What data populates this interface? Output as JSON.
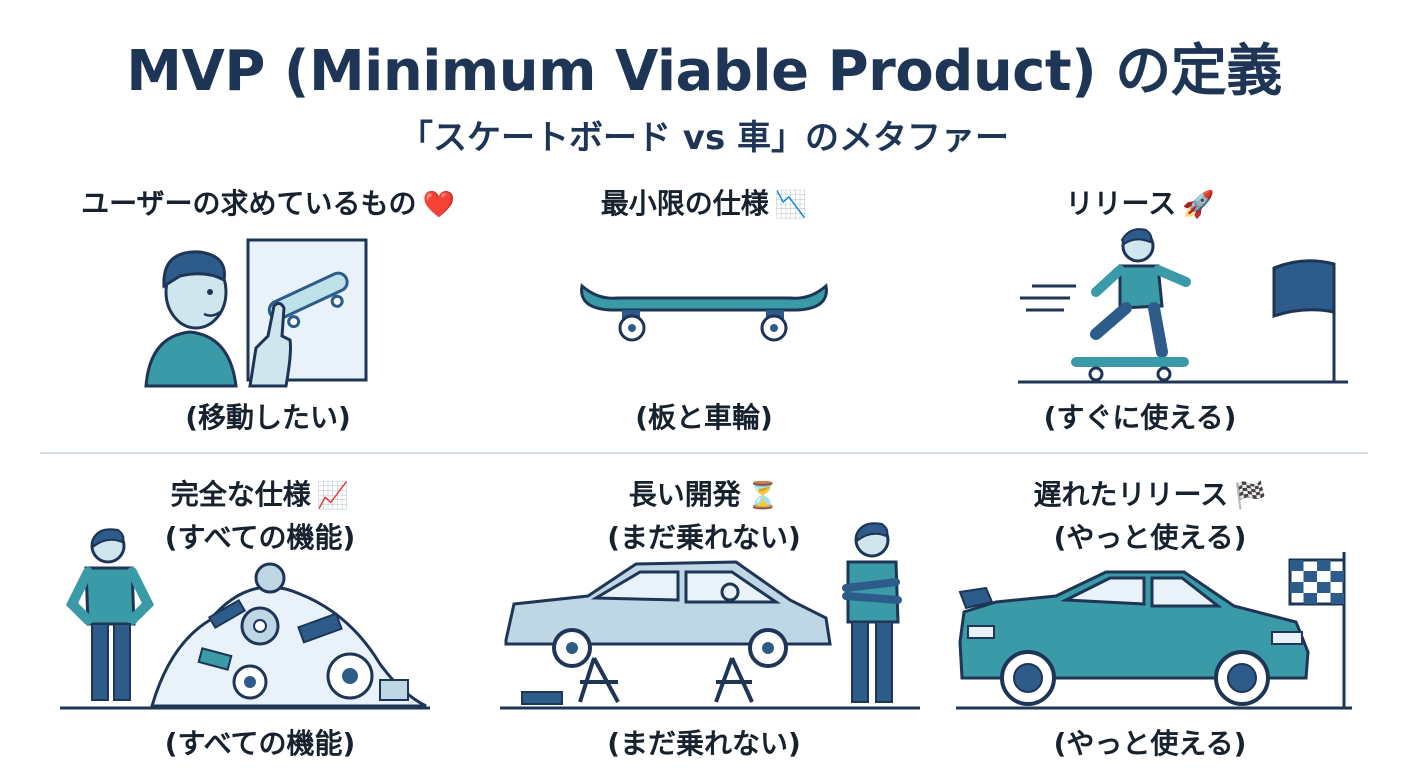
{
  "title": "MVP (Minimum Viable Product) の定義",
  "subtitle": "「スケートボード vs 車」のメタファー",
  "top_row": [
    {
      "heading": "ユーザーの求めているもの",
      "emoji": "❤️",
      "caption": "(移動したい)"
    },
    {
      "heading": "最小限の仕様",
      "emoji": "📉",
      "caption": "(板と車輪)"
    },
    {
      "heading": "リリース",
      "emoji": "🚀",
      "caption": "(すぐに使える)"
    }
  ],
  "bottom_row": [
    {
      "heading": "完全な仕様",
      "emoji": "📈",
      "subheading": "(すべての機能)",
      "caption": "(すべての機能)"
    },
    {
      "heading": "長い開発",
      "emoji": "⏳",
      "subheading": "(まだ乗れない)",
      "caption": "(まだ乗れない)"
    },
    {
      "heading": "遅れたリリース",
      "emoji": "🏁",
      "subheading": "(やっと使える)",
      "caption": "(やっと使える)"
    }
  ],
  "colors": {
    "navy": "#1e3556",
    "teal": "#3a9aa8",
    "blue": "#2d5c8a",
    "light": "#e8f2f8"
  }
}
